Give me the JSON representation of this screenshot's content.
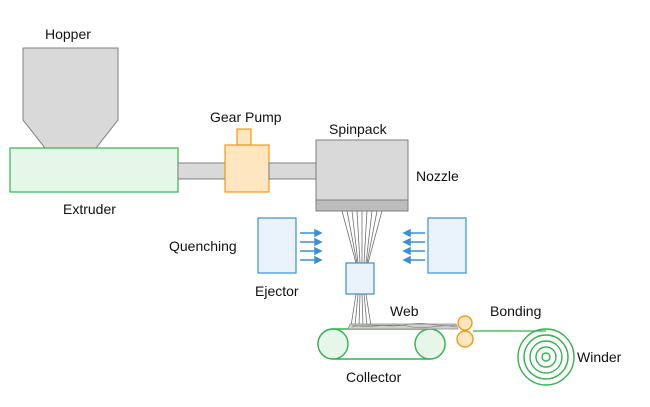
{
  "diagram": {
    "labels": {
      "hopper": "Hopper",
      "gear_pump": "Gear Pump",
      "spinpack": "Spinpack",
      "nozzle": "Nozzle",
      "extruder": "Extruder",
      "quenching": "Quenching",
      "ejector": "Ejector",
      "web": "Web",
      "bonding": "Bonding",
      "winder": "Winder",
      "collector": "Collector"
    },
    "colors": {
      "gray_fill": "#d9d9d9",
      "gray_stroke": "#7f7f7f",
      "green_fill": "#e6f7ea",
      "green_stroke": "#35b24f",
      "orange_fill": "#fde6c0",
      "orange_stroke": "#f39a1b",
      "blue_fill": "#eaf3fb",
      "blue_stroke": "#3a8fd6"
    }
  }
}
